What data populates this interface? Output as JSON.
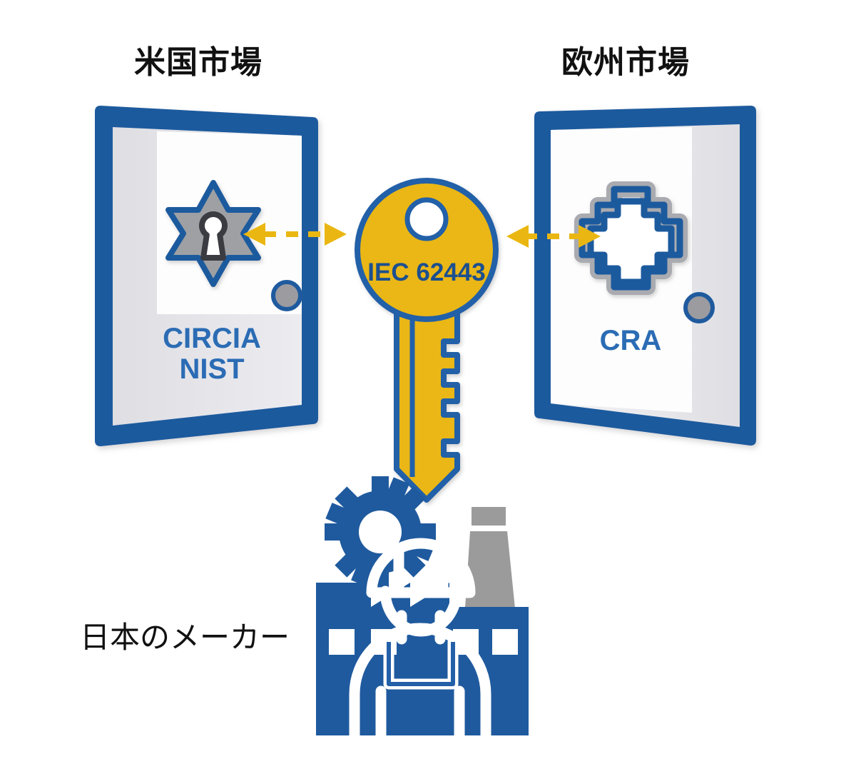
{
  "diagram": {
    "title_left": "米国市場",
    "title_right": "欧州市場",
    "bottom_label": "日本のメーカー"
  },
  "doors": [
    {
      "id": "us-market-door",
      "market_label": "米国市場",
      "regulation_lines": [
        "CIRCIA",
        "NIST"
      ],
      "lock_shape": "six-point-star-keyhole",
      "knob_side": "right"
    },
    {
      "id": "eu-market-door",
      "market_label": "欧州市場",
      "regulation_lines": [
        "CRA"
      ],
      "lock_shape": "eight-lobe-flower-ring",
      "knob_side": "right"
    }
  ],
  "key": {
    "label": "IEC 62443",
    "color": "#eab712",
    "outline_color": "#2360a8"
  },
  "manufacturer": {
    "label": "日本のメーカー",
    "icons": [
      "gear-icon",
      "factory-icon",
      "worker-icon",
      "smokestack-icon"
    ]
  },
  "connectors": [
    {
      "id": "key-to-us-arrow",
      "style": "dashed-double-arrow",
      "color": "#eab712"
    },
    {
      "id": "key-to-eu-arrow",
      "style": "dashed-double-arrow",
      "color": "#eab712"
    }
  ],
  "colors": {
    "door_blue": "#1f5a9e",
    "panel_gray": "#e2e2e6",
    "panel_white": "#fdfdfd",
    "key_yellow": "#eab712",
    "text_blue": "#2b6cb4",
    "icon_blue": "#1f5a9e",
    "icon_gray": "#9b9b9b",
    "lock_gray": "#9ea0a4",
    "keyhole_dark": "#3a3a42"
  }
}
